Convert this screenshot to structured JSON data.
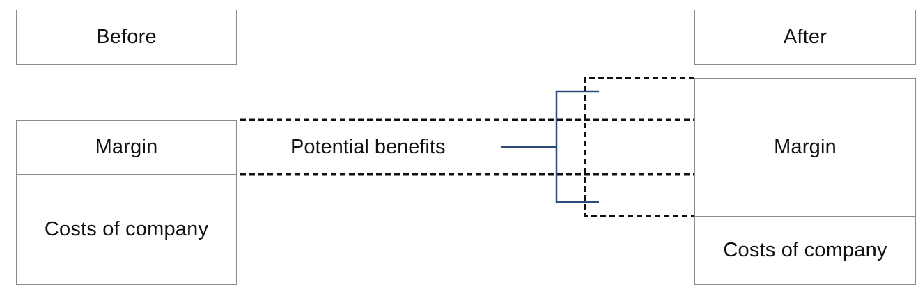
{
  "before": {
    "header": "Before",
    "margin": "Margin",
    "costs": "Costs of company"
  },
  "after": {
    "header": "After",
    "margin": "Margin",
    "costs": "Costs of company"
  },
  "benefit_label": "Potential benefits",
  "colors": {
    "border": "#8a8a8a",
    "dashed_line": "#111111",
    "bracket": "#2f4b7c"
  }
}
